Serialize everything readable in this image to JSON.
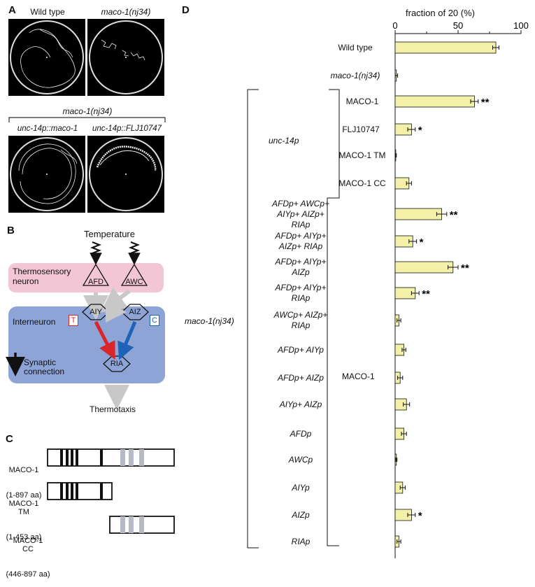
{
  "panels": {
    "a": "A",
    "b": "B",
    "c": "C",
    "d": "D"
  },
  "panel_a": {
    "top_left": "Wild type",
    "top_right": "maco-1(nj34)",
    "bracket_title": "maco-1(nj34)",
    "bottom_left": "unc-14p::maco-1",
    "bottom_right": "unc-14p::FLJ10747"
  },
  "panel_b": {
    "temperature": "Temperature",
    "thermosensory": "Thermosensory\nneuron",
    "afd": "AFD",
    "awc": "AWC",
    "interneuron": "Interneuron",
    "t_badge": "T",
    "c_badge": "C",
    "aiy": "AIY",
    "aiz": "AIZ",
    "ria": "RIA",
    "synaptic": "Synaptic\nconnection",
    "thermotaxis": "Thermotaxis",
    "colors": {
      "thermo_bg": "#f3c6d6",
      "inter_bg": "#8ea4d6",
      "red_arrow": "#d9262c",
      "blue_arrow": "#1f63b8",
      "grey_arrow": "#c8c8c8"
    }
  },
  "panel_c": {
    "items": [
      {
        "name": "MACO-1",
        "range": "(1-897 aa)"
      },
      {
        "name": "MACO-1\nTM",
        "range": "(1-453 aa)"
      },
      {
        "name": "MACO-1\nCC",
        "range": "(446-897 aa)"
      }
    ]
  },
  "panel_d": {
    "group_unc14": "unc-14p",
    "group_maco": "maco-1(nj34)",
    "maco1_label": "MACO-1",
    "rows": [
      {
        "label": "Wild type",
        "style": "upright"
      },
      {
        "label": "maco-1(nj34)",
        "style": "italic"
      },
      {
        "label": "MACO-1",
        "style": "upright"
      },
      {
        "label": "FLJ10747",
        "style": "upright"
      },
      {
        "label": "MACO-1 TM",
        "style": "upright"
      },
      {
        "label": "MACO-1 CC",
        "style": "upright"
      },
      {
        "label": "AFDp+ AWCp+\nAIYp+ AIZp+\nRIAp",
        "style": "italic"
      },
      {
        "label": "AFDp+ AIYp+\nAIZp+ RIAp",
        "style": "italic"
      },
      {
        "label": "AFDp+ AIYp+\nAIZp",
        "style": "italic"
      },
      {
        "label": "AFDp+ AIYp+\nRIAp",
        "style": "italic"
      },
      {
        "label": "AWCp+ AIZp+\nRIAp",
        "style": "italic"
      },
      {
        "label": "AFDp+ AIYp",
        "style": "italic"
      },
      {
        "label": "AFDp+ AIZp",
        "style": "italic"
      },
      {
        "label": "AIYp+ AIZp",
        "style": "italic"
      },
      {
        "label": "AFDp",
        "style": "italic"
      },
      {
        "label": "AWCp",
        "style": "italic"
      },
      {
        "label": "AIYp",
        "style": "italic"
      },
      {
        "label": "AIZp",
        "style": "italic"
      },
      {
        "label": "RIAp",
        "style": "italic"
      }
    ]
  },
  "chart_data": {
    "type": "bar",
    "orientation": "horizontal",
    "xlabel": "fraction of 20 (%)",
    "xlim": [
      0,
      100
    ],
    "xticks": [
      "0",
      "50",
      "100"
    ],
    "bar_color": "#f3f0a8",
    "categories": [
      "Wild type",
      "maco-1(nj34)",
      "MACO-1",
      "FLJ10747",
      "MACO-1 TM",
      "MACO-1 CC",
      "AFDp+ AWCp+ AIYp+ AIZp+ RIAp",
      "AFDp+ AIYp+ AIZp+ RIAp",
      "AFDp+ AIYp+ AIZp",
      "AFDp+ AIYp+ RIAp",
      "AWCp+ AIZp+ RIAp",
      "AFDp+ AIYp",
      "AFDp+ AIZp",
      "AIYp+ AIZp",
      "AFDp",
      "AWCp",
      "AIYp",
      "AIZp",
      "RIAp"
    ],
    "values": [
      80,
      1,
      63,
      13,
      0.5,
      11,
      37,
      14,
      46,
      16,
      3,
      7,
      4,
      9,
      7,
      1,
      6,
      13,
      3
    ],
    "errors": [
      2.5,
      1,
      3,
      3,
      0.5,
      2,
      4,
      3,
      4,
      3,
      1.5,
      1.5,
      2,
      2.5,
      2,
      0.5,
      2,
      3,
      1.5
    ],
    "significance": [
      "",
      "",
      "**",
      "*",
      "",
      "",
      "**",
      "*",
      "**",
      "**",
      "",
      "",
      "",
      "",
      "",
      "",
      "",
      "*",
      ""
    ]
  }
}
